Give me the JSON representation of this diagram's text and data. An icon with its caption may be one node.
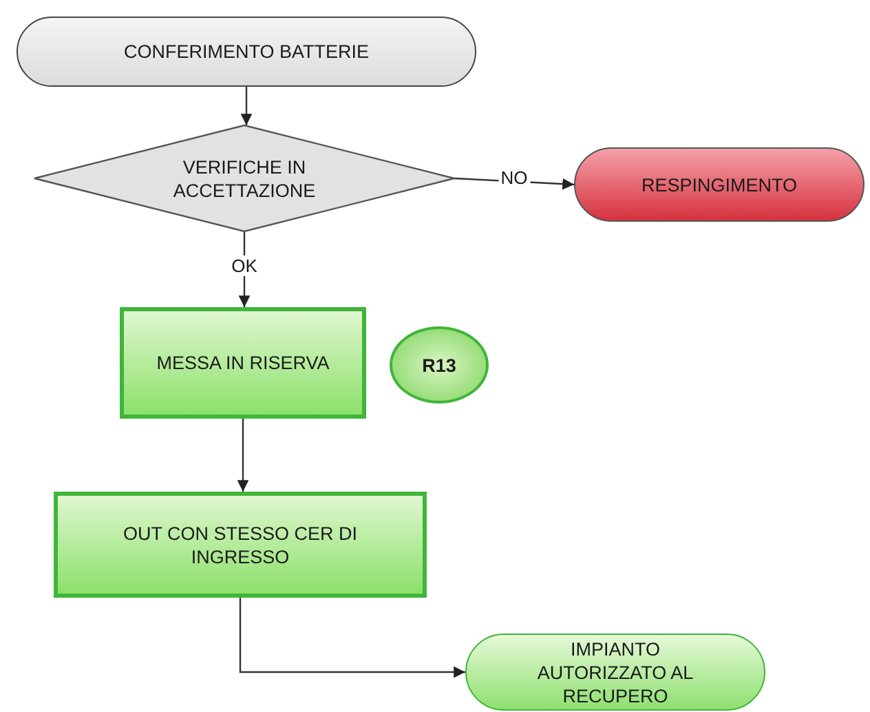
{
  "diagram": {
    "nodes": [
      {
        "text": [
          "CONFERIMENTO BATTERIE"
        ]
      },
      {
        "text": [
          "VERIFICHE IN ACCETTAZIONE"
        ]
      },
      {
        "text": [
          "RESPINGIMENTO"
        ]
      },
      {
        "text": [
          "MESSA IN RISERVA"
        ]
      },
      {
        "text": [
          "R13"
        ]
      },
      {
        "text": [
          "OUT CON STESSO CER DI INGRESSO"
        ]
      },
      {
        "text": [
          "IMPIANTO AUTORIZZATO AL RECUPERO"
        ]
      }
    ],
    "edges": [
      {
        "from": 0,
        "to": 1,
        "arrow": "to"
      },
      {
        "from": 1,
        "to": 2,
        "arrow": "to",
        "label": "NO"
      },
      {
        "from": 1,
        "to": 3,
        "arrow": "to",
        "label": "OK"
      },
      {
        "from": 3,
        "to": 5,
        "arrow": "to"
      },
      {
        "from": 5,
        "to": 6,
        "arrow": "to"
      }
    ]
  }
}
